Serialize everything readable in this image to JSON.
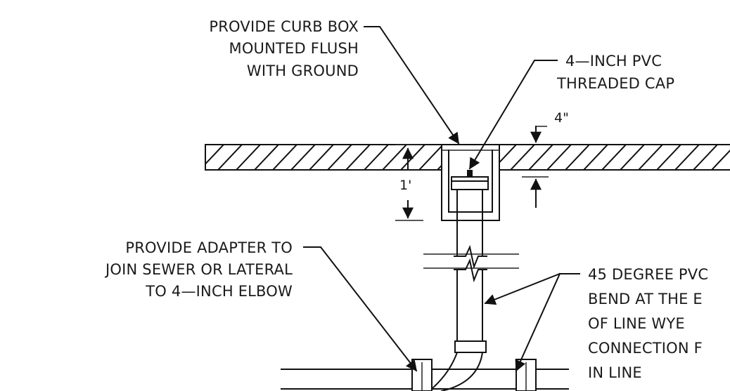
{
  "labels": {
    "curb_box": [
      "PROVIDE CURB BOX",
      "MOUNTED FLUSH",
      "WITH GROUND"
    ],
    "threaded_cap": [
      "4—INCH PVC",
      "THREADED CAP"
    ],
    "adapter": [
      "PROVIDE ADAPTER TO",
      "JOIN SEWER OR LATERAL",
      "TO 4—INCH ELBOW"
    ],
    "bend": [
      "45 DEGREE PVC",
      "BEND AT THE E",
      "OF LINE WYE",
      "CONNECTION F",
      "IN LINE"
    ]
  },
  "dimensions": {
    "cap_depth": "4\"",
    "curb_depth": "1'"
  }
}
